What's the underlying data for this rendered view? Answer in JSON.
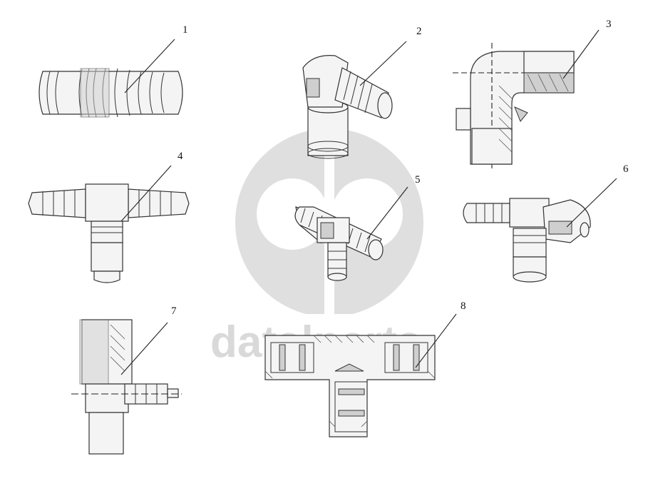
{
  "watermark": {
    "text": "datalparts",
    "color": "#dcdcdc"
  },
  "callouts": [
    {
      "id": "1",
      "label": "1"
    },
    {
      "id": "2",
      "label": "2"
    },
    {
      "id": "3",
      "label": "3"
    },
    {
      "id": "4",
      "label": "4"
    },
    {
      "id": "5",
      "label": "5"
    },
    {
      "id": "6",
      "label": "6"
    },
    {
      "id": "7",
      "label": "7"
    },
    {
      "id": "8",
      "label": "8"
    }
  ],
  "parts": [
    {
      "callout": "1",
      "icon": "straight-hose-connector-icon"
    },
    {
      "callout": "2",
      "icon": "elbow-hose-connector-icon"
    },
    {
      "callout": "3",
      "icon": "elbow-threaded-fitting-section-icon"
    },
    {
      "callout": "4",
      "icon": "tee-hose-connector-icon"
    },
    {
      "callout": "5",
      "icon": "tee-barbed-connector-icon"
    },
    {
      "callout": "6",
      "icon": "tee-connector-with-clip-icon"
    },
    {
      "callout": "7",
      "icon": "tee-fitting-section-icon"
    },
    {
      "callout": "8",
      "icon": "tee-quick-connector-section-icon"
    }
  ]
}
